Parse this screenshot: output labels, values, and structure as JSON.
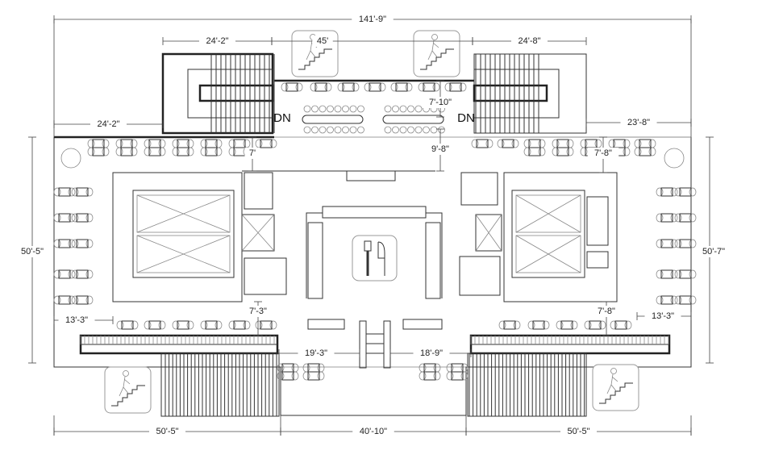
{
  "title": "Food court floor plan",
  "dimensions": {
    "overall_width": "141'-9\"",
    "top_left_stair": "24'-2\"",
    "top_middle": "45'",
    "top_right_stair": "24'-8\"",
    "left_offset": "24'-2\"",
    "right_offset": "23'-8\"",
    "left_height": "50'-5\"",
    "right_height": "50'-7\"",
    "bottom_left": "50'-5\"",
    "bottom_middle": "40'-10\"",
    "bottom_right": "50'-5\"",
    "aisle_top_left": "7'",
    "mezz_depth": "7'-10\"",
    "mezz_gap": "9'-8\"",
    "aisle_top_right": "7'-8\"",
    "aisle_bottom_left": "7'-3\"",
    "aisle_bottom_right": "7'-8\"",
    "side_left": "13'-3\"",
    "side_right": "13'-3\"",
    "center_left": "19'-3\"",
    "center_right": "18'-9\""
  },
  "labels": {
    "stair_left_dir": "DN",
    "stair_right_dir": "DN"
  },
  "icons": [
    "stairs-up-icon",
    "restaurant-icon"
  ]
}
